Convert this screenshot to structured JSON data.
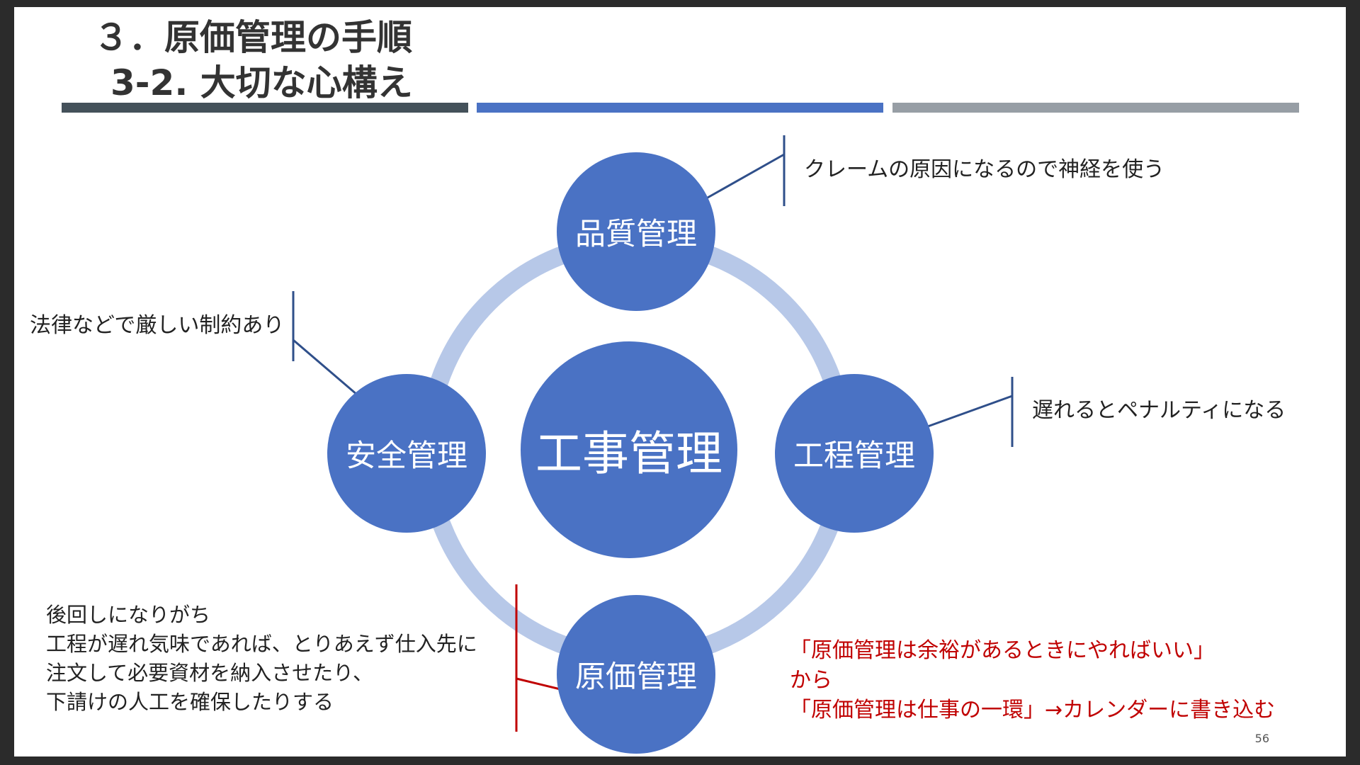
{
  "slide": {
    "title_line1": "３．原価管理の手順",
    "title_line2": "3-2. 大切な心構え",
    "page_number": "56"
  },
  "diagram": {
    "center": "工事管理",
    "nodes": {
      "quality": "品質管理",
      "safety": "安全管理",
      "process": "工程管理",
      "cost": "原価管理"
    },
    "notes": {
      "quality": "クレームの原因になるので神経を使う",
      "safety": "法律などで厳しい制約あり",
      "process": "遅れるとペナルティになる",
      "cost": [
        "後回しになりがち",
        "工程が遅れ気味であれば、とりあえず仕入先に",
        "注文して必要資材を納入させたり、",
        "下請けの人工を確保したりする"
      ],
      "change": [
        "「原価管理は余裕があるときにやればいい」",
        "から",
        "「原価管理は仕事の一環」→カレンダーに書き込む"
      ]
    }
  },
  "colors": {
    "circle_fill": "#4a72c4",
    "ring": "#b7c8e8",
    "callout_blue": "#2f4f8a",
    "callout_red": "#c00000",
    "bar_dark": "#44515a",
    "bar_blue": "#4a72c4",
    "bar_gray": "#979ea5"
  }
}
